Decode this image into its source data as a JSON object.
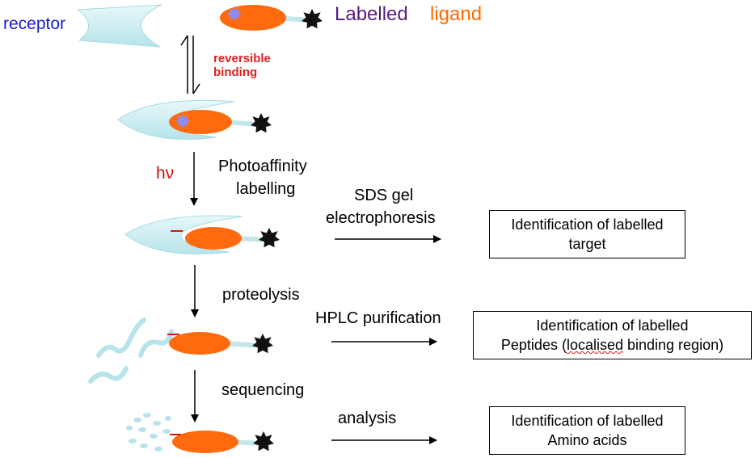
{
  "labels": {
    "receptor": "receptor",
    "labelled": "Labelled",
    "ligand": "ligand",
    "reversible": "reversible",
    "binding": "binding",
    "hv": "hν",
    "photoaffinity": "Photoaffinity",
    "labelling": "labelling",
    "proteolysis": "proteolysis",
    "sequencing": "sequencing",
    "sds_gel": "SDS gel",
    "electrophoresis": "electrophoresis",
    "hplc": "HPLC purification",
    "analysis": "analysis"
  },
  "boxes": {
    "target": [
      "Identification of labelled",
      "target"
    ],
    "peptides_line1": "Identification of labelled",
    "peptides_line2_plain": "Peptides (",
    "peptides_line2_wavy": "localised",
    "peptides_line2_rest": " binding region)",
    "amino": [
      "Identification of labelled",
      "Amino acids"
    ]
  },
  "colors": {
    "receptor_text": "#1a1ad0",
    "labelled_text": "#5a1a80",
    "ligand_text": "#ff6a00",
    "reversible_text": "#e02020",
    "hv_text": "#d01010",
    "receptor_fill": "#cfeef2",
    "ligand_fill": "#ff6a0e",
    "star_fill": "#111111",
    "photo_group": "#8888ee"
  },
  "icons": [
    "receptor-icon",
    "ligand-icon",
    "star-tag-icon",
    "photoactive-group-icon",
    "peptide-fragment-icon",
    "amino-acid-dot-icon"
  ]
}
